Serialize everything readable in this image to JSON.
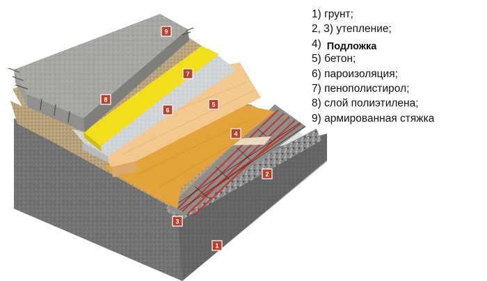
{
  "legend": {
    "items": [
      {
        "number": "1)",
        "label": "грунт;"
      },
      {
        "number": "2, 3)",
        "label": "утепление;"
      },
      {
        "number": "4)",
        "label": "Подложка"
      },
      {
        "number": "5)",
        "label": "бетон;"
      },
      {
        "number": "6)",
        "label": "пароизоляция;"
      },
      {
        "number": "7)",
        "label": "пенополистирол;"
      },
      {
        "number": "8)",
        "label": "слой полиэтилена;"
      },
      {
        "number": "9)",
        "label": "армированная стяжка"
      }
    ]
  },
  "markers": {
    "m1": "1",
    "m2": "2",
    "m3": "3",
    "m4": "4",
    "m5": "5",
    "m6": "6",
    "m7": "7",
    "m8": "8",
    "m9": "9"
  },
  "colors": {
    "marker_fill": "#b8422e",
    "soil": "#6d6d6d",
    "gravel": "#8d8d8d",
    "concrete_base": "#c9a66a",
    "orange_layer": "#e3a43a",
    "peach_layer": "#f2c88f",
    "silver_layer": "#cfd5d8",
    "yellow_layer": "#f0df1a",
    "screed": "#a9a9a6",
    "heating_pipe": "#c0392b"
  }
}
